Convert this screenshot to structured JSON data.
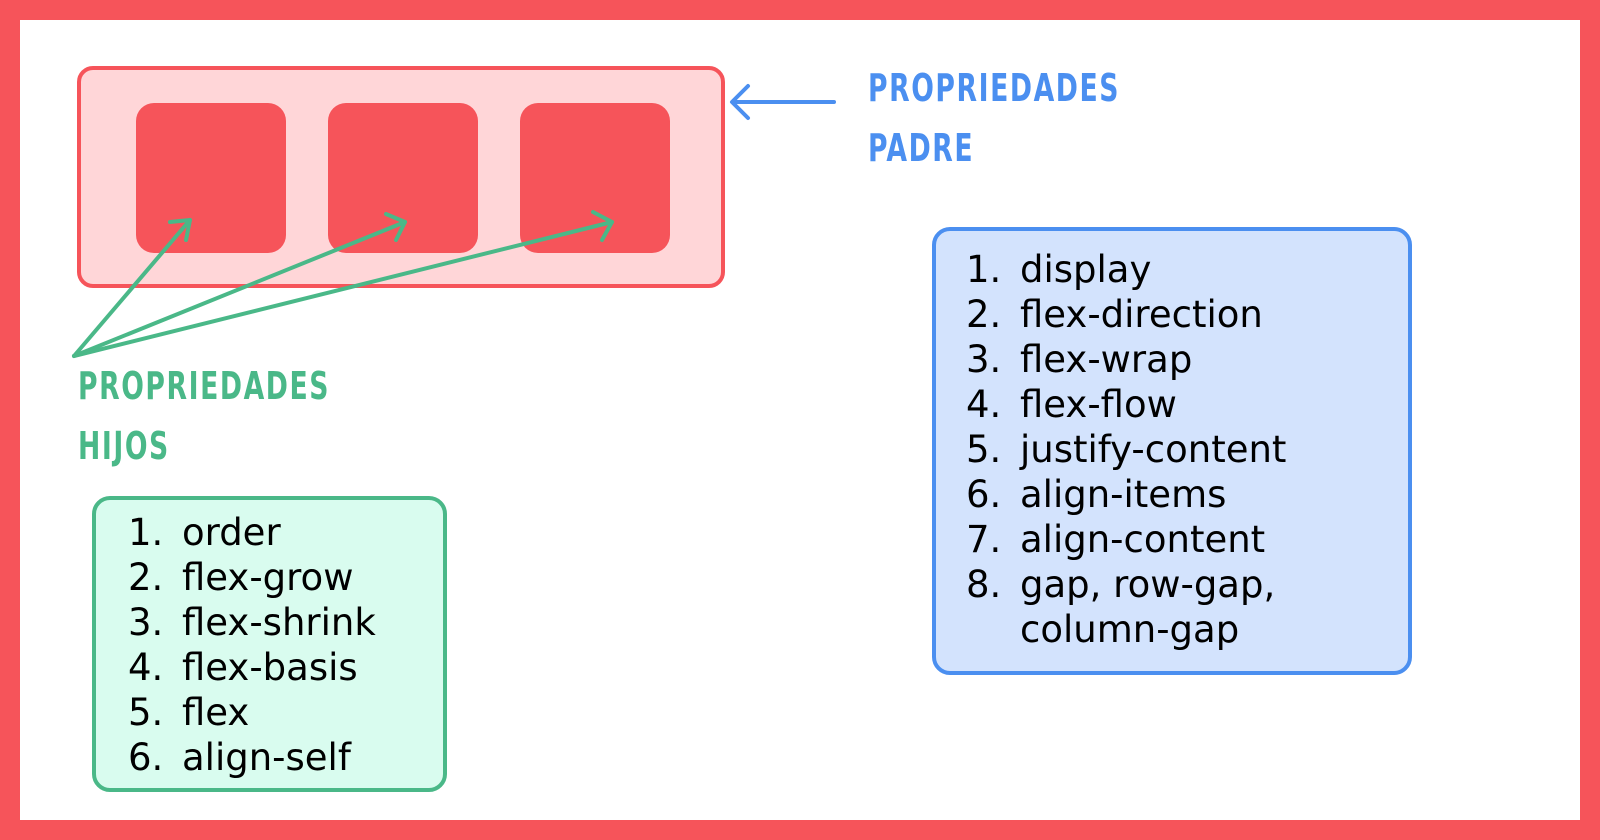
{
  "labels": {
    "padre_line1": "PROPRIEDADES",
    "padre_line2": "PADRE",
    "hijos_line1": "PROPRIEDADES",
    "hijos_line2": "HIJOS"
  },
  "padre_list": [
    {
      "num": "1.",
      "text": "display"
    },
    {
      "num": "2.",
      "text": "flex-direction"
    },
    {
      "num": "3.",
      "text": "flex-wrap"
    },
    {
      "num": "4.",
      "text": "flex-flow"
    },
    {
      "num": "5.",
      "text": "justify-content"
    },
    {
      "num": "6.",
      "text": "align-items"
    },
    {
      "num": "7.",
      "text": "align-content"
    },
    {
      "num": "8.",
      "text": "gap, row-gap,\ncolumn-gap"
    }
  ],
  "hijos_list": [
    {
      "num": "1.",
      "text": "order"
    },
    {
      "num": "2.",
      "text": "flex-grow"
    },
    {
      "num": "3.",
      "text": "flex-shrink"
    },
    {
      "num": "4.",
      "text": "flex-basis"
    },
    {
      "num": "5.",
      "text": "flex"
    },
    {
      "num": "6.",
      "text": "align-self"
    }
  ],
  "colors": {
    "border_red": "#f6545a",
    "container_fill": "#ffd6d8",
    "padre_blue": "#4b8ff0",
    "padre_box_fill": "#d3e3fd",
    "hijos_green": "#4ab888",
    "hijos_box_fill": "#d9fcef"
  }
}
